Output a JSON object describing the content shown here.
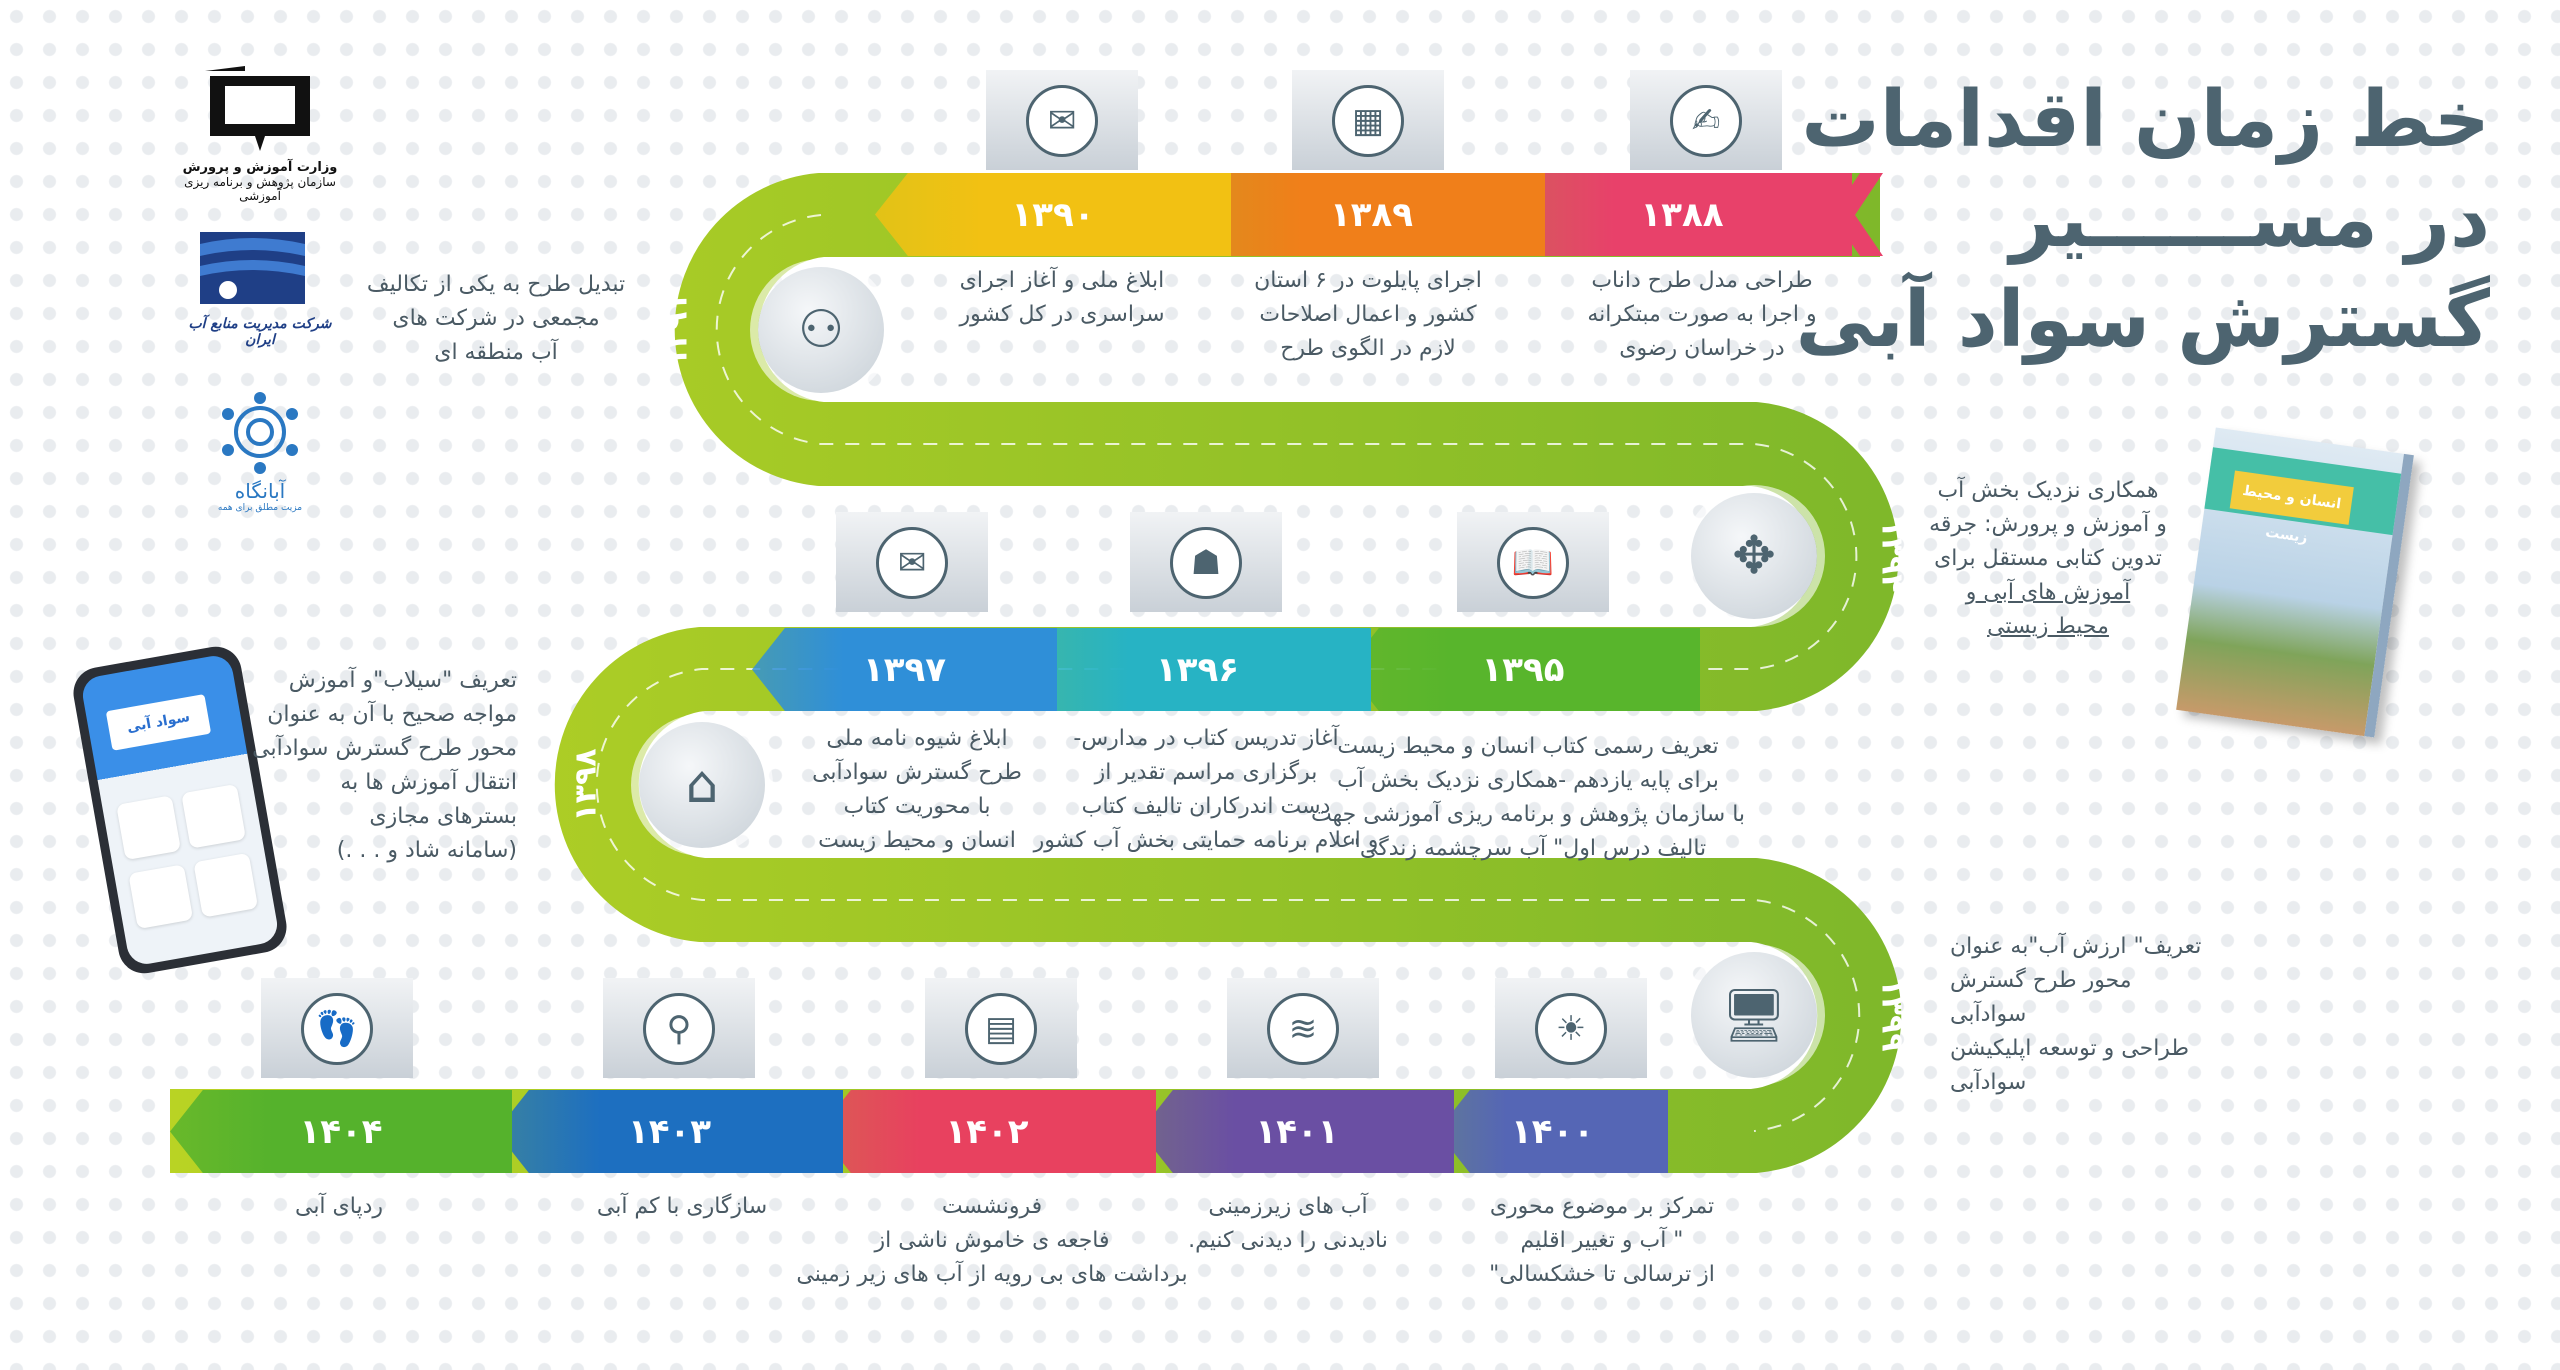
{
  "title": {
    "line1": "خط زمان اقدامات",
    "line2": "در مســــــیر",
    "line3": "گسترش سواد آبی"
  },
  "logos": [
    {
      "name": "وزارت آموزش و پرورش",
      "sub": "سازمان پژوهش و برنامه ریزی آموزشی"
    },
    {
      "name": "شرکت مدیریت منابع آب ایران"
    },
    {
      "name": "آبانگاه",
      "sub": "مزیت مطلق برای همه"
    }
  ],
  "colors": {
    "snake": "#9dc61f",
    "title": "#4d6470",
    "text": "#4a5a64"
  },
  "milestones": [
    {
      "year": "۱۳۸۸",
      "color": "#e8416a",
      "icon": "hand-writing-icon",
      "glyph": "✍",
      "lines": [
        "طراحی مدل طرح داناب",
        "و اجرا به صورت مبتکرانه",
        "در خراسان رضوی"
      ]
    },
    {
      "year": "۱۳۸۹",
      "color": "#f07f1a",
      "icon": "certificate-board-icon",
      "glyph": "▦",
      "lines": [
        "اجرای پایلوت در ۶ استان",
        "کشور و اعمال اصلاحات",
        "لازم در الگوی طرح"
      ]
    },
    {
      "year": "۱۳۹۰",
      "color": "#f2c113",
      "icon": "envelope-icon",
      "glyph": "✉",
      "lines": [
        "ابلاغ ملی و آغاز اجرای",
        "سراسری در کل کشور"
      ]
    },
    {
      "year": "۱۳۹۵",
      "color": "#58b52c",
      "icon": "book-icon",
      "glyph": "📖",
      "lines": [
        "تعریف رسمی کتاب انسان و محیط زیست",
        "برای پایه یازدهم -همکاری نزدیک بخش آب",
        "با سازمان پژوهش و برنامه ریزی آموزشی جهت",
        "تالیف درس اول\" آب سرچشمه زندگی\""
      ]
    },
    {
      "year": "۱۳۹۶",
      "color": "#27b3c4",
      "icon": "teacher-presentation-icon",
      "glyph": "☗",
      "lines": [
        "آغاز تدریس کتاب در مدارس-",
        "برگزاری مراسم تقدیر از",
        "دست اندرکاران تالیف کتاب",
        "و اعلام برنامه حمایتی بخش آب کشور"
      ]
    },
    {
      "year": "۱۳۹۷",
      "color": "#2f8fd8",
      "icon": "newsletter-icon",
      "glyph": "✉",
      "lines": [
        "ابلاغ شیوه نامه ملی",
        "طرح گسترش سوادآبی",
        "با محوریت کتاب",
        "انسان و محیط زیست"
      ]
    },
    {
      "year": "۱۴۰۰",
      "color": "#5566b5",
      "icon": "climate-icon",
      "glyph": "☀",
      "lines": [
        "تمرکز بر موضوع محوری",
        "\" آب و تغییر اقلیم",
        "از ترسالی تا خشکسالی\""
      ]
    },
    {
      "year": "۱۴۰۱",
      "color": "#6a4fa3",
      "icon": "groundwater-icon",
      "glyph": "≋",
      "lines": [
        "آب های زیرزمینی",
        "نادیدنی را دیدنی کنیم."
      ]
    },
    {
      "year": "۱۴۰۲",
      "color": "#e8415f",
      "icon": "land-subsidence-icon",
      "glyph": "▤",
      "lines": [
        "فرونشست",
        "فاجعه ی خاموش ناشی از",
        "برداشت های بی رویه از آب های زیر زمینی"
      ]
    },
    {
      "year": "۱۴۰۳",
      "color": "#1d6fc0",
      "icon": "faucet-icon",
      "glyph": "⚲",
      "lines": [
        "سازگاری با کم آبی"
      ]
    },
    {
      "year": "۱۴۰۴",
      "color": "#55b22c",
      "icon": "footprint-icon",
      "glyph": "👣",
      "lines": [
        "ردپای آبی"
      ]
    }
  ],
  "turns": [
    {
      "year": "۱۳۹۱",
      "icon": "org-chart-icon",
      "glyph": "⚇",
      "lines": [
        "تبدیل طرح به یکی از تکالیف",
        "مجمعی در شرکت های",
        "آب منطقه ای"
      ]
    },
    {
      "year": "۱۳۹۴",
      "icon": "handshake-icon",
      "glyph": "✥",
      "lines": [
        "همکاری نزدیک بخش آب",
        "و آموزش و پرورش: جرقه",
        "تدوین کتابی مستقل برای",
        "آموزش های آبی و",
        "محیط زیستی"
      ]
    },
    {
      "year": "۱۳۹۸",
      "icon": "flood-house-icon",
      "glyph": "⌂",
      "lines": [
        "تعریف  \"سیلاب\"و آموزش",
        "مواجه صحیح با آن به عنوان",
        "محور طرح گسترش سوادآبی",
        "انتقال آموزش ها به",
        "بسترهای مجازی",
        "(سامانه شاد و . . .)"
      ]
    },
    {
      "year": "۱۳۹۹",
      "icon": "monitor-icon",
      "glyph": "🖥",
      "lines": [
        "تعریف\" ارزش آب\"به عنوان",
        "محور طرح گسترش",
        "سوادآبی",
        "طراحی و توسعه اپلیکیشن",
        "سوادآبی"
      ]
    }
  ],
  "book": {
    "title": "انسان و محیط زیست"
  },
  "phone": {
    "title": "سواد آبی"
  }
}
